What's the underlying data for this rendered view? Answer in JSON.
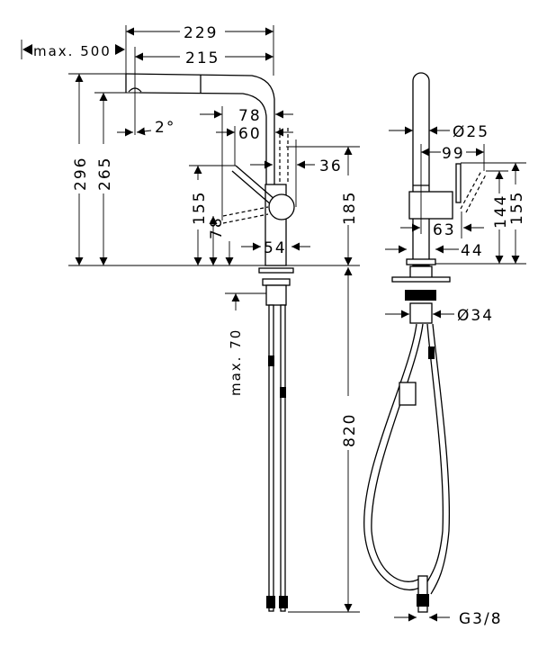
{
  "front_view": {
    "dim_229": "229",
    "dim_215": "215",
    "dim_max500": "max. 500",
    "dim_296": "296",
    "dim_265": "265",
    "dim_angle": "2°",
    "dim_78_top": "78",
    "dim_60": "60",
    "dim_36": "36",
    "dim_185": "185",
    "dim_155": "155",
    "dim_78_side": "78",
    "dim_54": "54",
    "dim_max70": "max. 70",
    "dim_820": "820"
  },
  "side_view": {
    "dim_d25": "Ø25",
    "dim_99": "99",
    "dim_144": "144",
    "dim_155": "155",
    "dim_63": "63",
    "dim_44": "44",
    "dim_d34": "Ø34",
    "dim_thread": "G3/8"
  }
}
